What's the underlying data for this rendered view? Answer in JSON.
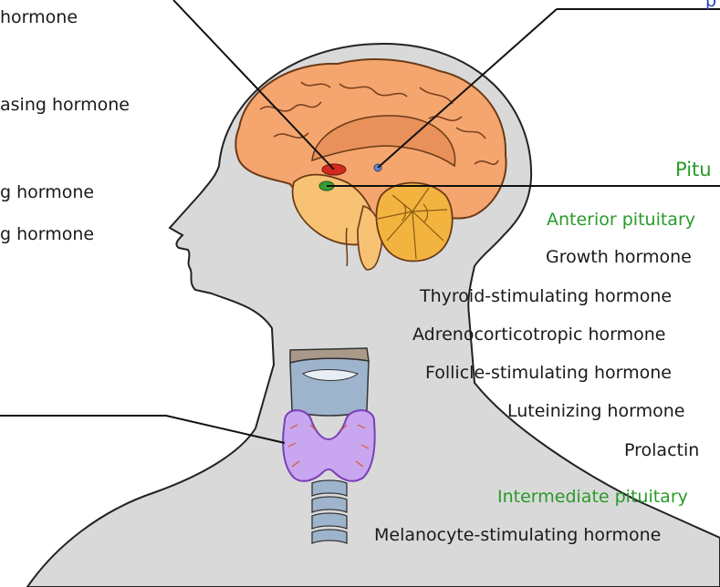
{
  "left_labels": [
    "hormone",
    "asing hormone",
    "g hormone",
    "g hormone"
  ],
  "top_right_fragment": "p",
  "pituitary_heading": "Pitu",
  "anterior": {
    "heading": "Anterior pituitary",
    "items": [
      "Growth hormone",
      "Thyroid-stimulating hormone",
      "Adrenocorticotropic hormone",
      "Follicle-stimulating hormone",
      "Luteinizing hormone",
      "Prolactin"
    ]
  },
  "intermediate": {
    "heading": "Intermediate pituitary",
    "items": [
      "Melanocyte-stimulating hormone"
    ]
  },
  "colors": {
    "skin": "#d9d9d9",
    "cerebrum": "#f5a66e",
    "cerebellum": "#f2b43f",
    "thyroid": "#c9a6f0",
    "trachea": "#9db4cc",
    "heading_green": "#2a9a2a"
  }
}
